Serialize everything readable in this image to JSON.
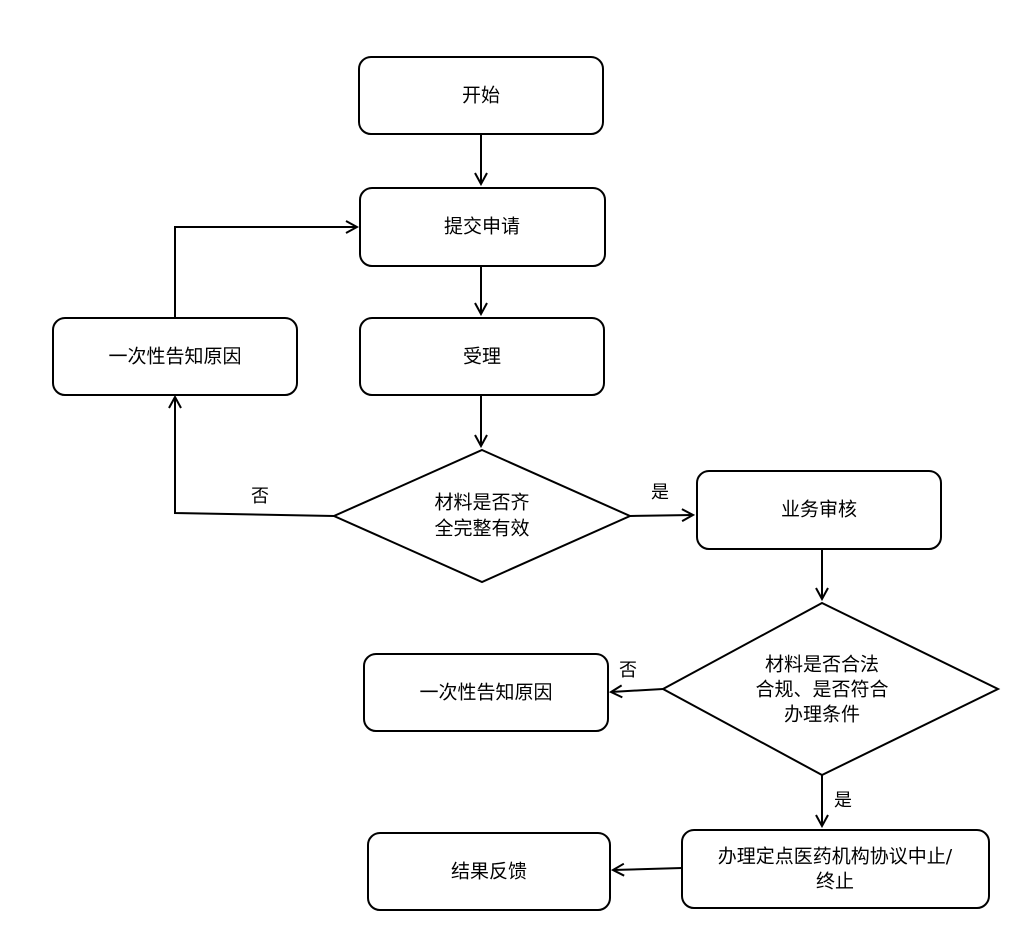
{
  "nodes": {
    "start": "开始",
    "submit": "提交申请",
    "accept": "受理",
    "check_complete": [
      "材料是否齐",
      "全完整有效"
    ],
    "notify_1": "一次性告知原因",
    "review": "业务审核",
    "check_compliance": [
      "材料是否合法",
      "合规、是否符合",
      "办理条件"
    ],
    "notify_2": "一次性告知原因",
    "terminate": [
      "办理定点医药机构协议中止/",
      "终止"
    ],
    "feedback": "结果反馈"
  },
  "edges": {
    "no_1": "否",
    "yes_1": "是",
    "no_2": "否",
    "yes_2": "是"
  }
}
